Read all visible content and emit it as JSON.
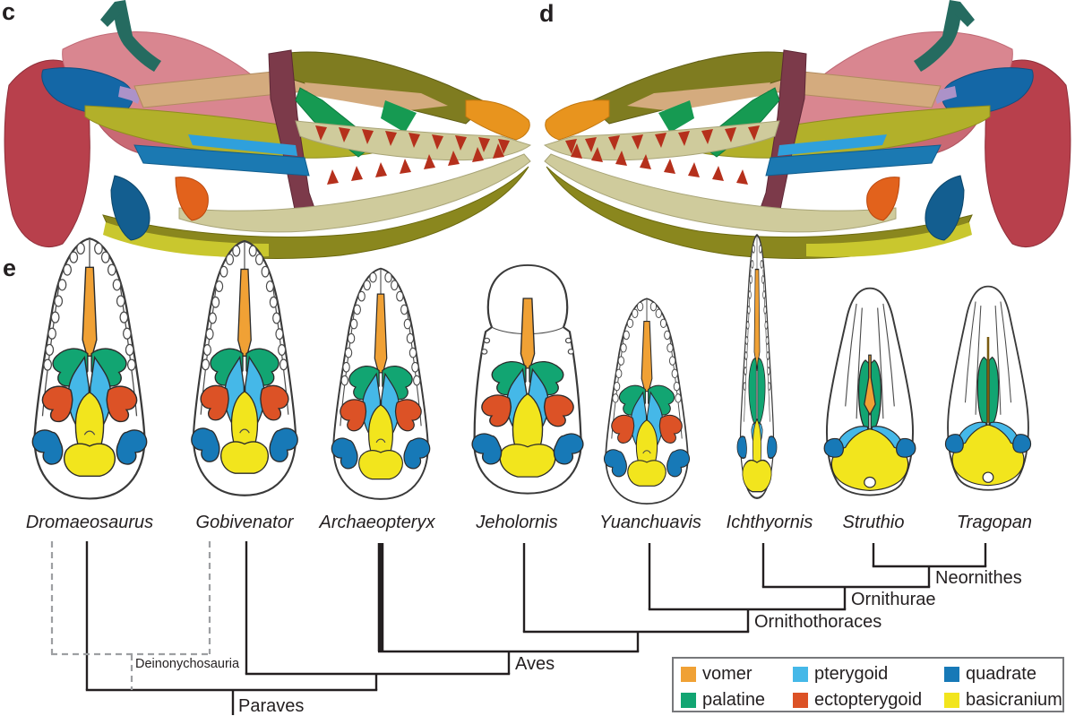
{
  "figure": {
    "panels": {
      "c": "c",
      "d": "d",
      "e": "e"
    }
  },
  "colors": {
    "vomer": "#F0A135",
    "palatine": "#12A572",
    "pterygoid": "#45B8E8",
    "ectopterygoid": "#DC5226",
    "quadrate": "#1779B7",
    "basicranium": "#F2E51D"
  },
  "taxa": [
    {
      "name": "Dromaeosaurus"
    },
    {
      "name": "Gobivenator"
    },
    {
      "name": "Archaeopteryx"
    },
    {
      "name": "Jeholornis"
    },
    {
      "name": "Yuanchuavis"
    },
    {
      "name": "Ichthyornis"
    },
    {
      "name": "Struthio"
    },
    {
      "name": "Tragopan"
    }
  ],
  "tree": {
    "clades": [
      {
        "label": "Deinonychosauria"
      },
      {
        "label": "Paraves"
      },
      {
        "label": "Aves"
      },
      {
        "label": "Ornithothoraces"
      },
      {
        "label": "Ornithurae"
      },
      {
        "label": "Neornithes"
      }
    ]
  },
  "legend": {
    "items": [
      {
        "label": "vomer",
        "color": "#F0A135"
      },
      {
        "label": "pterygoid",
        "color": "#45B8E8"
      },
      {
        "label": "quadrate",
        "color": "#1779B7"
      },
      {
        "label": "palatine",
        "color": "#12A572"
      },
      {
        "label": "ectopterygoid",
        "color": "#DC5226"
      },
      {
        "label": "basicranium",
        "color": "#F2E51D"
      }
    ]
  }
}
